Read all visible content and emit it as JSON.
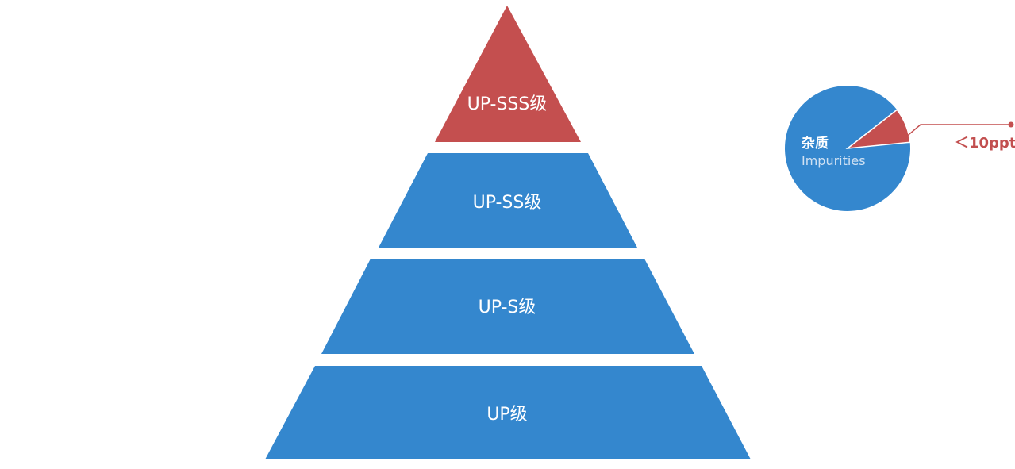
{
  "colors": {
    "blue": "#3487ce",
    "red": "#c44f4f"
  },
  "pyramid": {
    "tiers": [
      {
        "label": "UP-SSS级",
        "color": "#c44f4f"
      },
      {
        "label": "UP-SS级",
        "color": "#3487ce"
      },
      {
        "label": "UP-S级",
        "color": "#3487ce"
      },
      {
        "label": "UP级",
        "color": "#3487ce"
      }
    ]
  },
  "impurity_pie": {
    "title": "杂质",
    "subtitle": "Impurities",
    "callout": "＜10ppt",
    "highlight_fraction": 0.09
  }
}
